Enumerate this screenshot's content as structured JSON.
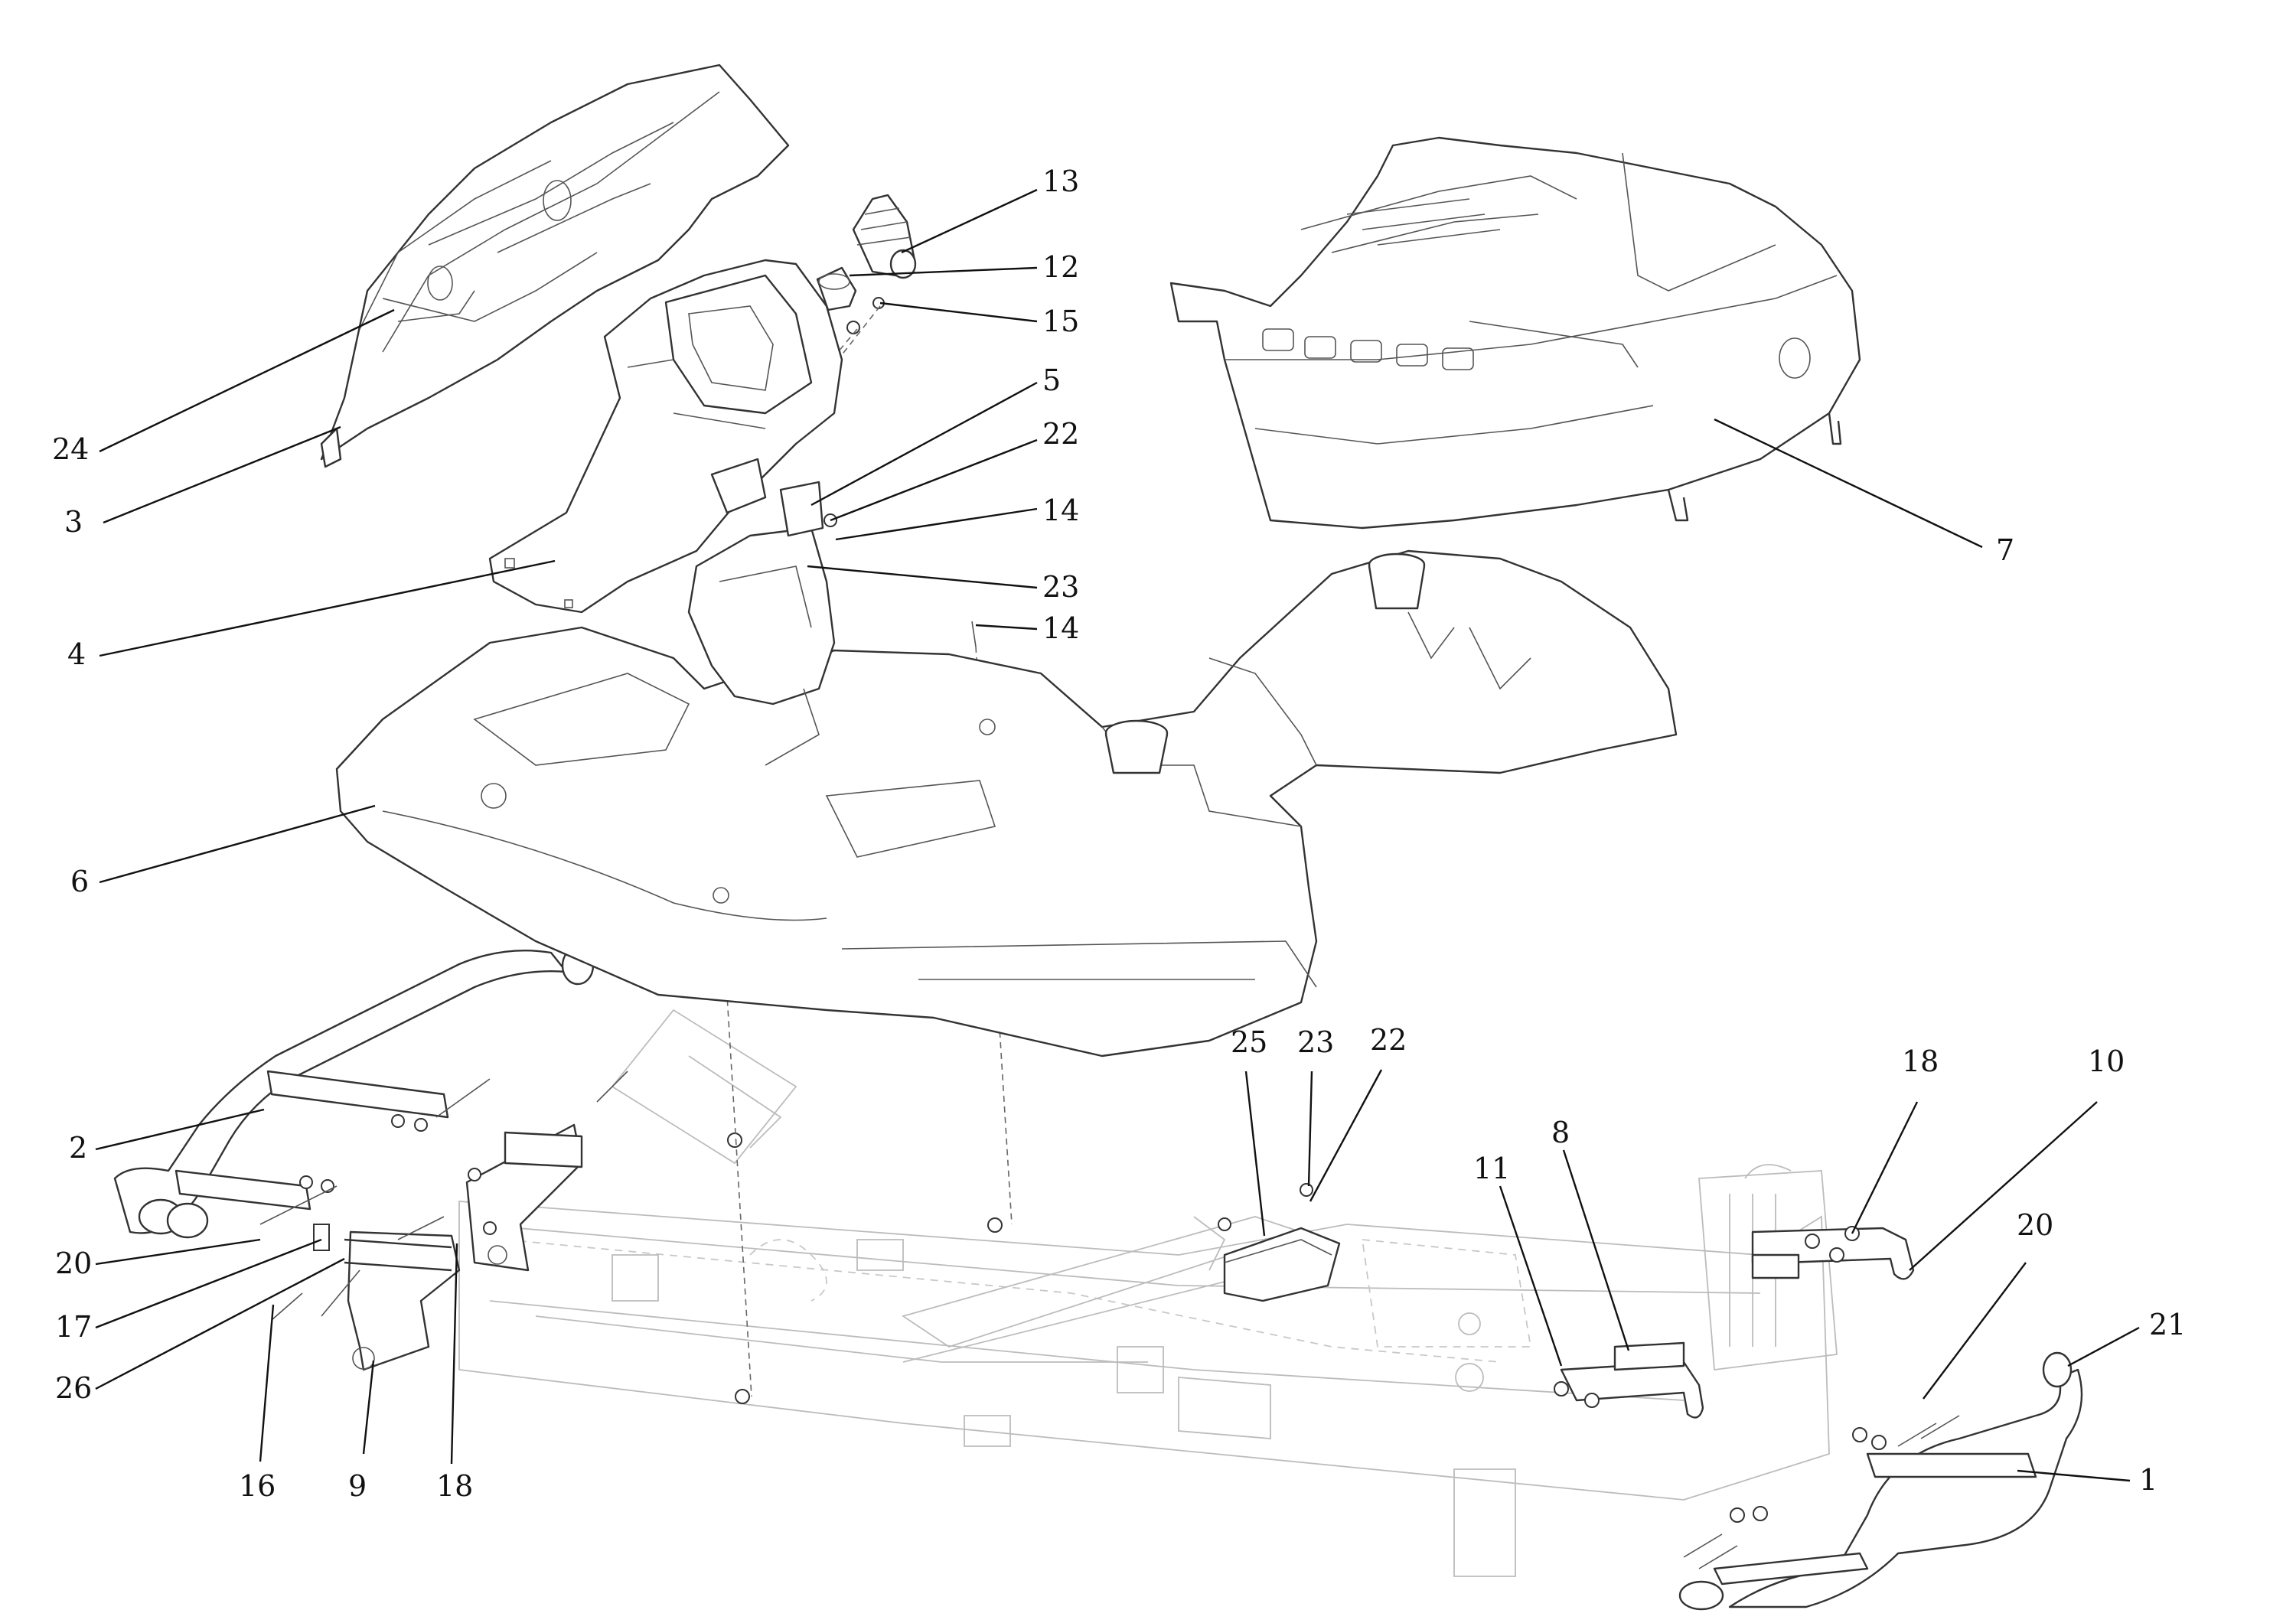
{
  "diagram": {
    "callouts": [
      {
        "id": "c24a",
        "label": "24"
      },
      {
        "id": "c3",
        "label": "3"
      },
      {
        "id": "c4",
        "label": "4"
      },
      {
        "id": "c6",
        "label": "6"
      },
      {
        "id": "c2",
        "label": "2"
      },
      {
        "id": "c20a",
        "label": "20"
      },
      {
        "id": "c17",
        "label": "17"
      },
      {
        "id": "c26",
        "label": "26"
      },
      {
        "id": "c16",
        "label": "16"
      },
      {
        "id": "c9",
        "label": "9"
      },
      {
        "id": "c18a",
        "label": "18"
      },
      {
        "id": "c13",
        "label": "13"
      },
      {
        "id": "c12",
        "label": "12"
      },
      {
        "id": "c15",
        "label": "15"
      },
      {
        "id": "c5",
        "label": "5"
      },
      {
        "id": "c22a",
        "label": "22"
      },
      {
        "id": "c14a",
        "label": "14"
      },
      {
        "id": "c23a",
        "label": "23"
      },
      {
        "id": "c14b",
        "label": "14"
      },
      {
        "id": "c7",
        "label": "7"
      },
      {
        "id": "c25",
        "label": "25"
      },
      {
        "id": "c23b",
        "label": "23"
      },
      {
        "id": "c22b",
        "label": "22"
      },
      {
        "id": "c11",
        "label": "11"
      },
      {
        "id": "c8",
        "label": "8"
      },
      {
        "id": "c18b",
        "label": "18"
      },
      {
        "id": "c10",
        "label": "10"
      },
      {
        "id": "c20b",
        "label": "20"
      },
      {
        "id": "c21",
        "label": "21"
      },
      {
        "id": "c1",
        "label": "1"
      }
    ]
  }
}
